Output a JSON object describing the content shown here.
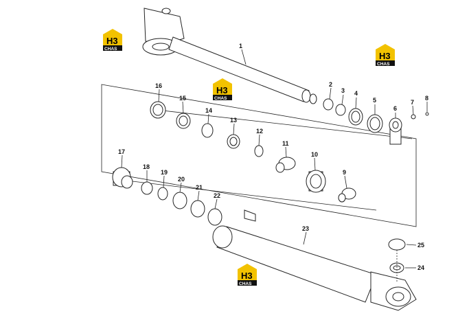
{
  "logo": {
    "mark": "H3",
    "word": "CHAS"
  },
  "callouts": [
    "1",
    "2",
    "3",
    "4",
    "5",
    "6",
    "7",
    "8",
    "9",
    "10",
    "11",
    "12",
    "13",
    "14",
    "15",
    "16",
    "17",
    "18",
    "19",
    "20",
    "21",
    "22",
    "23",
    "24",
    "25"
  ],
  "colors": {
    "logo_yellow": "#f2c200",
    "logo_black": "#111111",
    "line": "#222222"
  }
}
